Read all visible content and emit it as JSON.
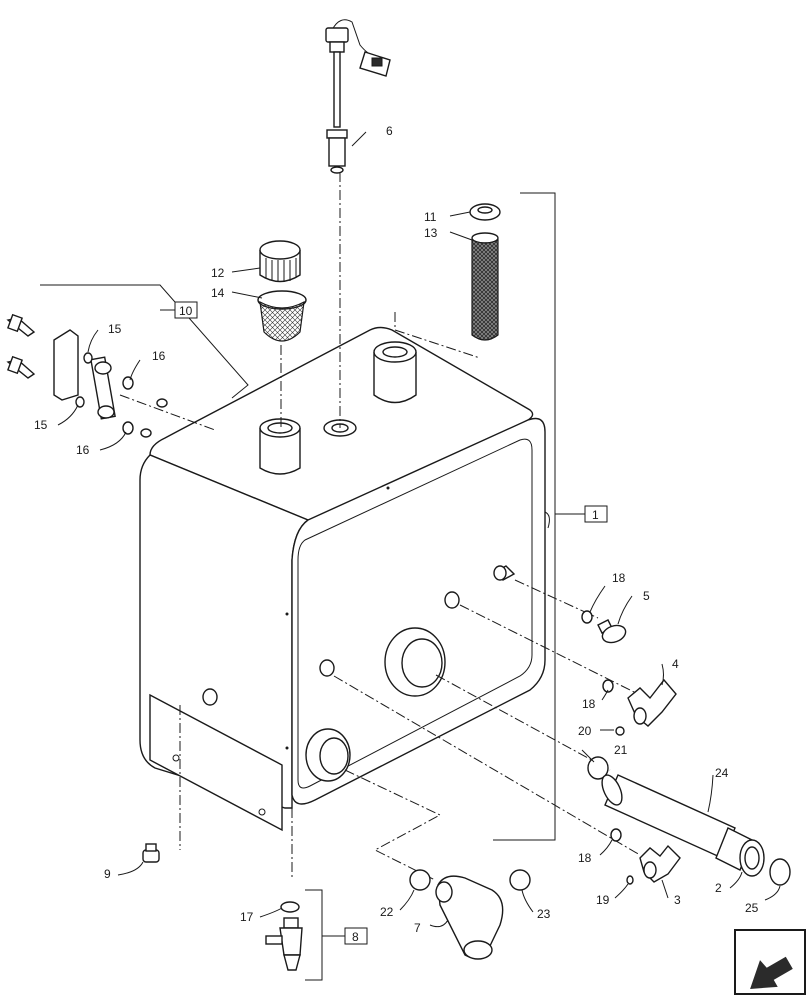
{
  "callouts": {
    "c1": "1",
    "c2": "2",
    "c3": "3",
    "c4": "4",
    "c5": "5",
    "c6": "6",
    "c7": "7",
    "c8": "8",
    "c9": "9",
    "c10": "10",
    "c11": "11",
    "c12": "12",
    "c13": "13",
    "c14": "14",
    "c15a": "15",
    "c15b": "15",
    "c16a": "16",
    "c16b": "16",
    "c17": "17",
    "c18a": "18",
    "c18b": "18",
    "c18c": "18",
    "c19": "19",
    "c20": "20",
    "c21": "21",
    "c22": "22",
    "c23": "23",
    "c24": "24",
    "c25": "25"
  },
  "nav_icon": "arrow-navigation-icon"
}
